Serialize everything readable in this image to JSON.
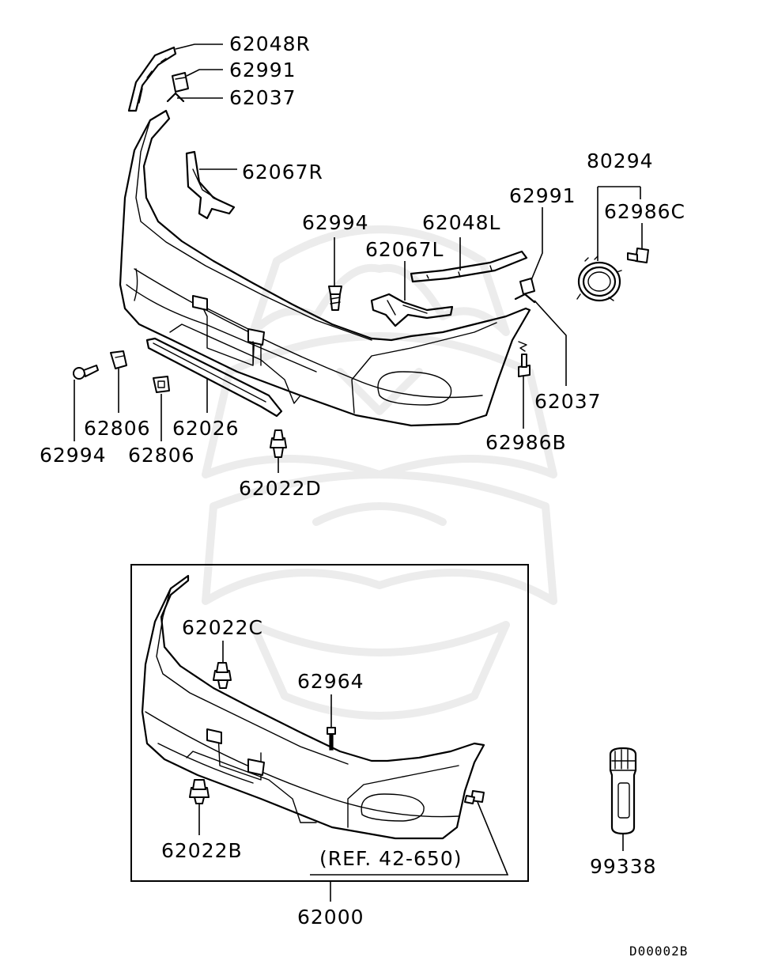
{
  "diagram": {
    "drawing_code": "D00002B",
    "reference_note": "(REF. 42-650)",
    "labels": {
      "p62048R": "62048R",
      "p62991a": "62991",
      "p62037a": "62037",
      "p62067R": "62067R",
      "p80294": "80294",
      "p62991b": "62991",
      "p62986C": "62986C",
      "p62994a": "62994",
      "p62048L": "62048L",
      "p62067L": "62067L",
      "p62037b": "62037",
      "p62806a": "62806",
      "p62026": "62026",
      "p62994b": "62994",
      "p62806b": "62806",
      "p62986B": "62986B",
      "p62022D": "62022D",
      "p62022C": "62022C",
      "p62964": "62964",
      "p62022B": "62022B",
      "p99338": "99338",
      "p62000": "62000"
    }
  }
}
